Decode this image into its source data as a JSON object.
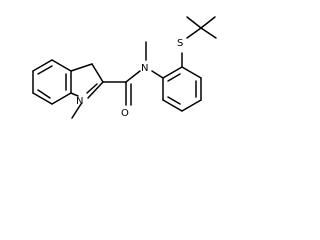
{
  "molecule": {
    "atoms": {
      "indole_n": "N",
      "amide_n": "N",
      "carbonyl_o": "O",
      "sulfur": "S"
    }
  }
}
